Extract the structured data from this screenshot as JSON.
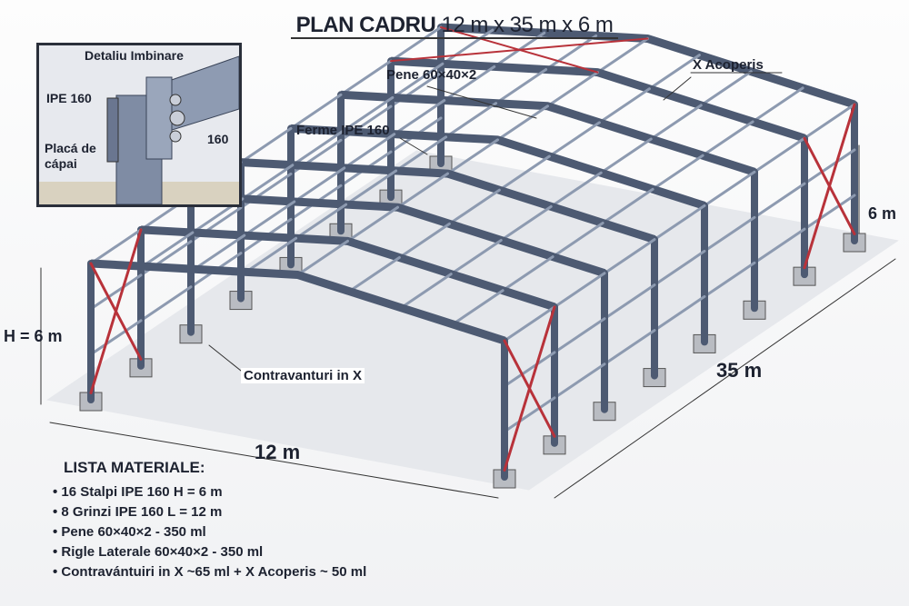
{
  "title": {
    "main": "PLAN CADRU",
    "dims": "12 m x 35 m x 6 m"
  },
  "labels": {
    "pene": "Pene 60×40×2",
    "acoperis": "X Acoperis",
    "ferme": "Ferme IPE 160",
    "contravanturi": "Contravanturi in X",
    "height_left": "H = 6 m",
    "height_right": "6 m",
    "length": "35 m",
    "width": "12 m"
  },
  "detail": {
    "title": "Detaliu Imbinare",
    "ipe": "IPE 160",
    "size": "160",
    "placa": "Placá de cápai"
  },
  "materials": {
    "heading": "LISTA MATERIALE:",
    "items": [
      "16 Stalpi IPE 160 H = 6 m",
      "8 Grinzi IPE 160 L = 12 m",
      "Pene 60×40×2 - 350 ml",
      "Rigle Laterale 60×40×2 - 350 ml",
      "Contravántuiri in X ~65 ml + X Acoperis ~ 50 ml"
    ]
  },
  "colors": {
    "steel": "#4d5a72",
    "steel_light": "#8d9ab0",
    "bracing": "#b8323a",
    "footing": "#b9bcc2"
  }
}
